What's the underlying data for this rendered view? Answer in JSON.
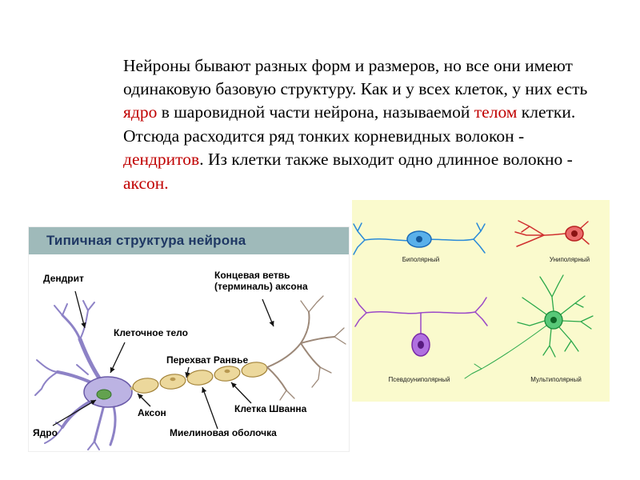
{
  "slide": {
    "intro_segments": [
      {
        "text": "Нейроны бывают разных форм и размеров, но все они имеют одинаковую базовую структуру. Как и у всех клеток, у них есть "
      },
      {
        "text": "ядро"
      },
      {
        "text": " в шаровидной части нейрона, называемой "
      },
      {
        "text": "телом"
      },
      {
        "text": " клетки. Отсюда расходится ряд тонких корневидных волокон - "
      },
      {
        "text": "дендритов"
      },
      {
        "text": ". Из клетки также выходит одно длинное волокно - "
      },
      {
        "text": "аксон."
      }
    ]
  },
  "structure_diagram": {
    "title": "Типичная структура нейрона",
    "labels": {
      "dendrite": "Дендрит",
      "terminal_branch_line1": "Концевая ветвь",
      "terminal_branch_line2": "(терминаль) аксона",
      "cell_body": "Клеточное тело",
      "node_of_ranvier": "Перехват Ранвье",
      "axon": "Аксон",
      "schwann_cell": "Клетка Шванна",
      "myelin_sheath": "Миелиновая оболочка",
      "nucleus": "Ядро"
    }
  },
  "neuron_types": {
    "items": [
      {
        "id": "bipolar",
        "label": "Биполярный",
        "color": "#3a9ae0"
      },
      {
        "id": "unipolar",
        "label": "Униполярный",
        "color": "#d83030"
      },
      {
        "id": "pseudounipolar",
        "label": "Псевдоуниполярный",
        "color": "#9a48c8"
      },
      {
        "id": "multipolar",
        "label": "Мультиполярный",
        "color": "#2aa84a"
      }
    ],
    "panel_background": "#fafacd"
  },
  "colors": {
    "highlight_text": "#c00000",
    "diagram_header_bg": "#9fbaba",
    "diagram_title_text": "#1f3864"
  }
}
